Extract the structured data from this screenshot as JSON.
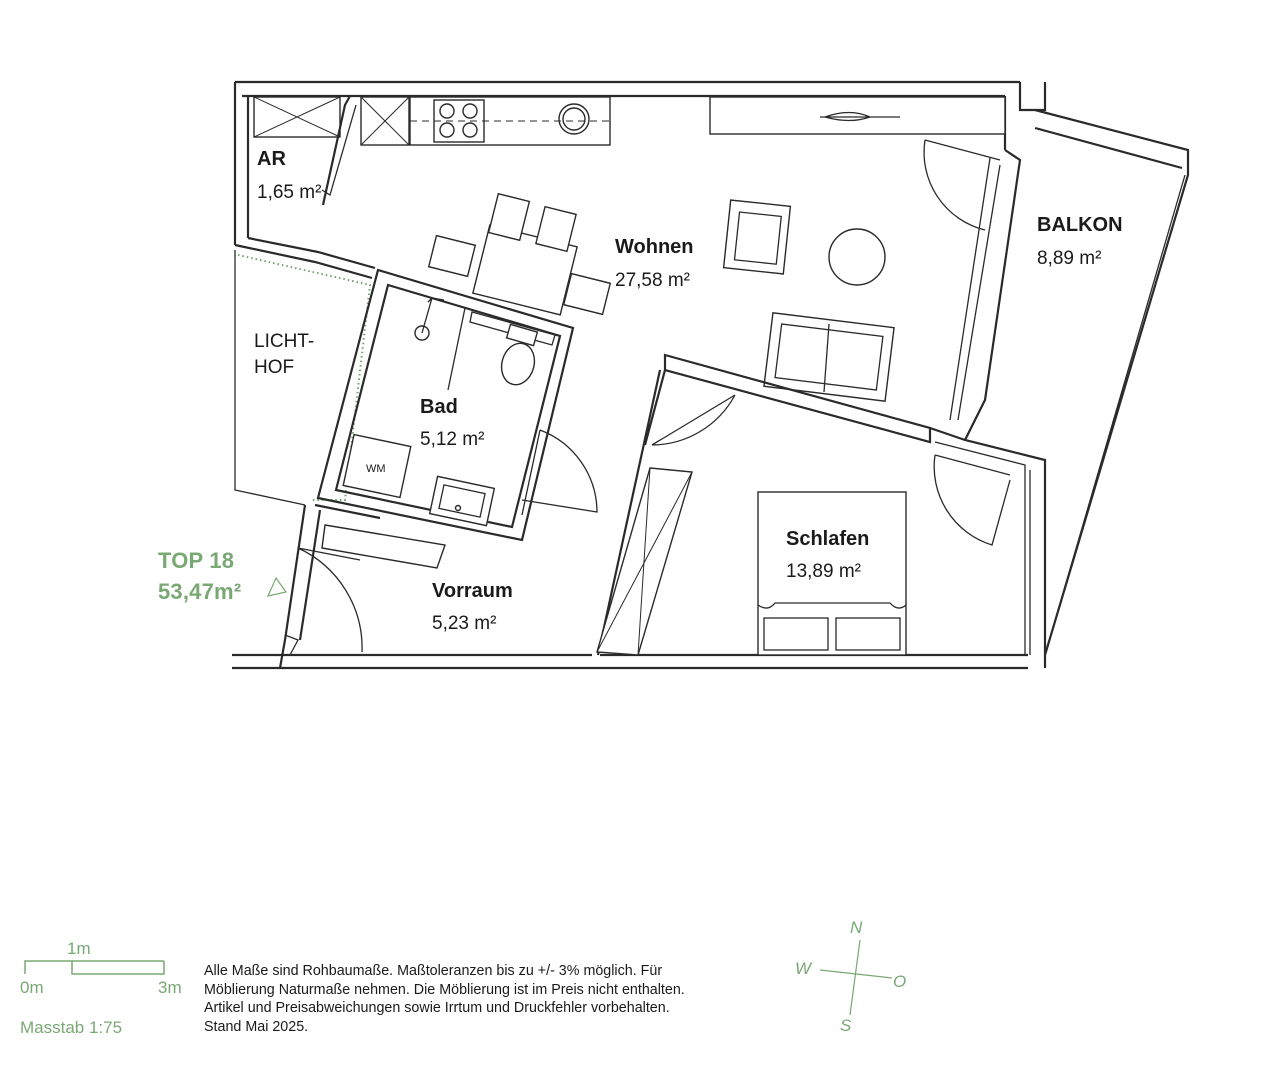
{
  "rooms": {
    "ar": {
      "name": "AR",
      "area": "1,65 m²"
    },
    "wohnen": {
      "name": "Wohnen",
      "area": "27,58 m²"
    },
    "balkon": {
      "name": "BALKON",
      "area": "8,89 m²"
    },
    "lichthof": {
      "line1": "LICHT-",
      "line2": "HOF"
    },
    "bad": {
      "name": "Bad",
      "area": "5,12 m²"
    },
    "schlafen": {
      "name": "Schlafen",
      "area": "13,89 m²"
    },
    "vorraum": {
      "name": "Vorraum",
      "area": "5,23 m²"
    },
    "washer_label": "WM"
  },
  "unit": {
    "title": "TOP 18",
    "area": "53,47m²"
  },
  "scale_bar": {
    "label_1m": "1m",
    "label_0m": "0m",
    "label_3m": "3m",
    "scale": "Masstab 1:75"
  },
  "disclaimer": "Alle Maße sind Rohbaumaße. Maßtoleranzen bis zu +/- 3% möglich. Für Möblierung Naturmaße nehmen. Die Möblierung ist im Preis nicht enthalten. Artikel und Preisabweichungen sowie Irrtum und Druckfehler vorbehalten. Stand Mai 2025.",
  "compass": {
    "north": "N",
    "south": "S",
    "west": "W",
    "east": "O"
  },
  "colors": {
    "accent_green": "#7aa874",
    "line": "#2a2a2a"
  }
}
